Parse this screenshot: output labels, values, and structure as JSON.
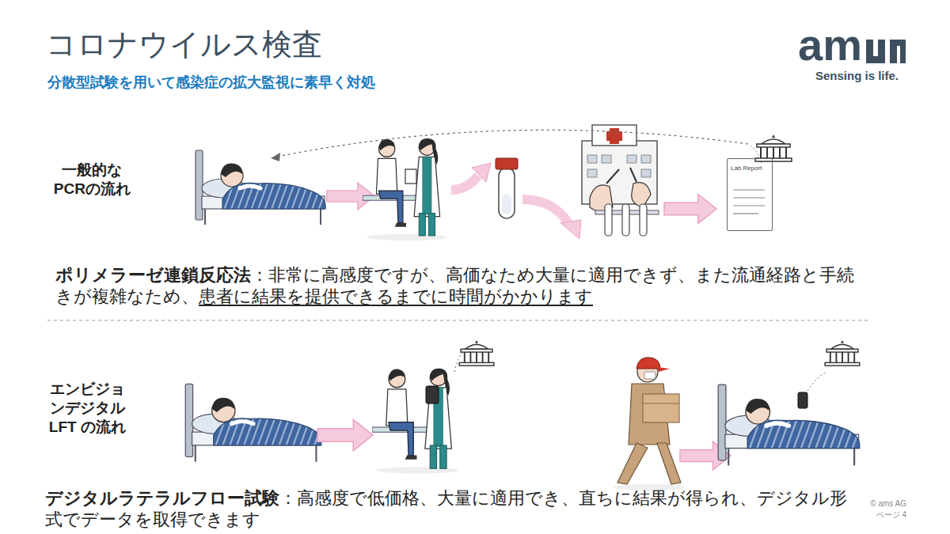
{
  "diagram": {
    "title": "コロナウイルス検査",
    "nodes": [
      {
        "text": [
          "Lab Report"
        ]
      }
    ],
    "labels": [
      "分散型試験を用いて感染症の拡大監視に素早く対処",
      "am",
      "Sensing is life.",
      "一般的な PCRの流れ",
      "ポリメラーゼ連鎖反応法",
      "：非常に高感度ですが、高価なため大量に適用できず、また流通経路と手続きが複雑なため、",
      "患者に結果を提供できるまでに時間がかかります",
      "エンビジョンデジタル LFT の流れ",
      "デジタルラテラルフロー試験",
      "：高感度で低価格、大量に適用でき、直ちに結果が得られ、デジタル形式でデータを取得できます",
      "© ams AG",
      "ページ 4"
    ]
  }
}
